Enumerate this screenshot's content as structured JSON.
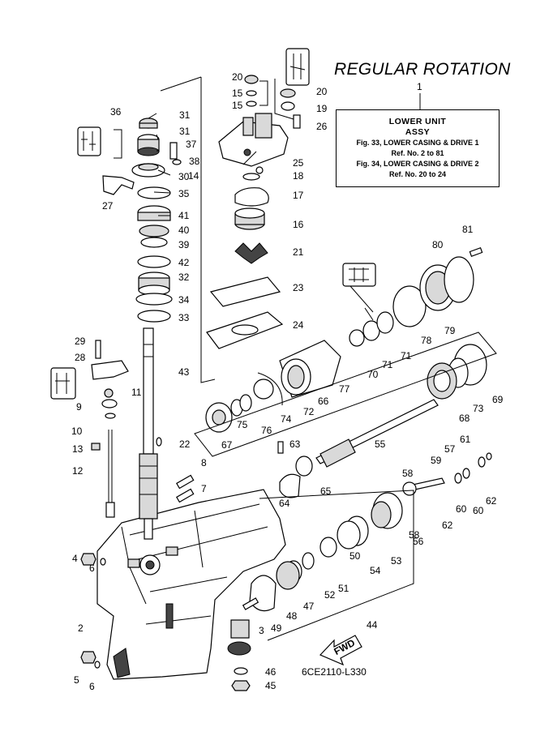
{
  "title": "REGULAR ROTATION",
  "reference_box": {
    "number": "1",
    "line1": "LOWER UNIT",
    "line2": "ASSY",
    "line3": "Fig. 33, LOWER CASING & DRIVE 1",
    "line4": "Ref. No. 2 to 81",
    "line5": "Fig. 34, LOWER CASING & DRIVE 2",
    "line6": "Ref. No. 20 to 24"
  },
  "drawing_code": "6CE2110-L330",
  "fwd_label": "FWD",
  "callouts": [
    "36",
    "31",
    "31",
    "37",
    "38",
    "30",
    "27",
    "35",
    "41",
    "40",
    "39",
    "42",
    "32",
    "34",
    "33",
    "43",
    "29",
    "28",
    "11",
    "9",
    "10",
    "13",
    "22",
    "12",
    "8",
    "7",
    "4",
    "6",
    "2",
    "5",
    "6",
    "20",
    "15",
    "15",
    "20",
    "19",
    "26",
    "14",
    "25",
    "18",
    "17",
    "16",
    "21",
    "23",
    "24",
    "81",
    "80",
    "79",
    "78",
    "71",
    "71",
    "70",
    "77",
    "66",
    "72",
    "74",
    "76",
    "75",
    "67",
    "69",
    "73",
    "68",
    "55",
    "63",
    "65",
    "64",
    "57",
    "61",
    "59",
    "58",
    "62",
    "60",
    "60",
    "62",
    "58",
    "56",
    "53",
    "54",
    "50",
    "51",
    "52",
    "47",
    "48",
    "49",
    "3",
    "44",
    "46",
    "45"
  ]
}
